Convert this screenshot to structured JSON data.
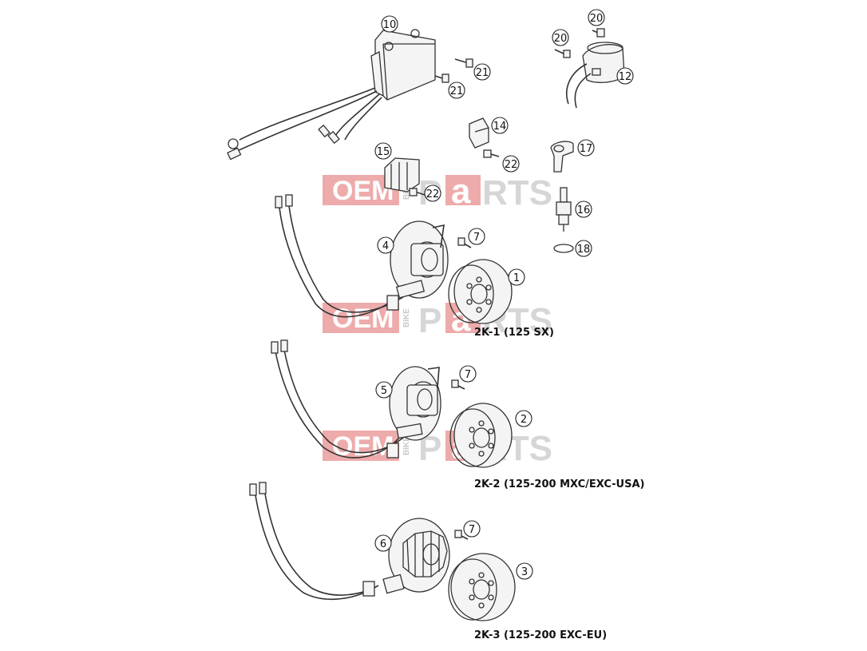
{
  "callouts": [
    {
      "id": "c10",
      "label": "10"
    },
    {
      "id": "c21a",
      "label": "21"
    },
    {
      "id": "c21b",
      "label": "21"
    },
    {
      "id": "c20a",
      "label": "20"
    },
    {
      "id": "c20b",
      "label": "20"
    },
    {
      "id": "c12",
      "label": "12"
    },
    {
      "id": "c14",
      "label": "14"
    },
    {
      "id": "c15",
      "label": "15"
    },
    {
      "id": "c22a",
      "label": "22"
    },
    {
      "id": "c22b",
      "label": "22"
    },
    {
      "id": "c17",
      "label": "17"
    },
    {
      "id": "c16",
      "label": "16"
    },
    {
      "id": "c18",
      "label": "18"
    },
    {
      "id": "c4",
      "label": "4"
    },
    {
      "id": "c7a",
      "label": "7"
    },
    {
      "id": "c1",
      "label": "1"
    },
    {
      "id": "c5",
      "label": "5"
    },
    {
      "id": "c7b",
      "label": "7"
    },
    {
      "id": "c2",
      "label": "2"
    },
    {
      "id": "c6",
      "label": "6"
    },
    {
      "id": "c7c",
      "label": "7"
    },
    {
      "id": "c3",
      "label": "3"
    }
  ],
  "variants": [
    {
      "label": "2K-1  (125 SX)"
    },
    {
      "label": "2K-2  (125-200 MXC/EXC-USA)"
    },
    {
      "label": "2K-3  (125-200 EXC-EU)"
    }
  ],
  "watermark": {
    "oem": "OEM",
    "bike": "BIKE",
    "p": "P",
    "a": "a",
    "rts": "RTS",
    "color": "#e06666"
  }
}
